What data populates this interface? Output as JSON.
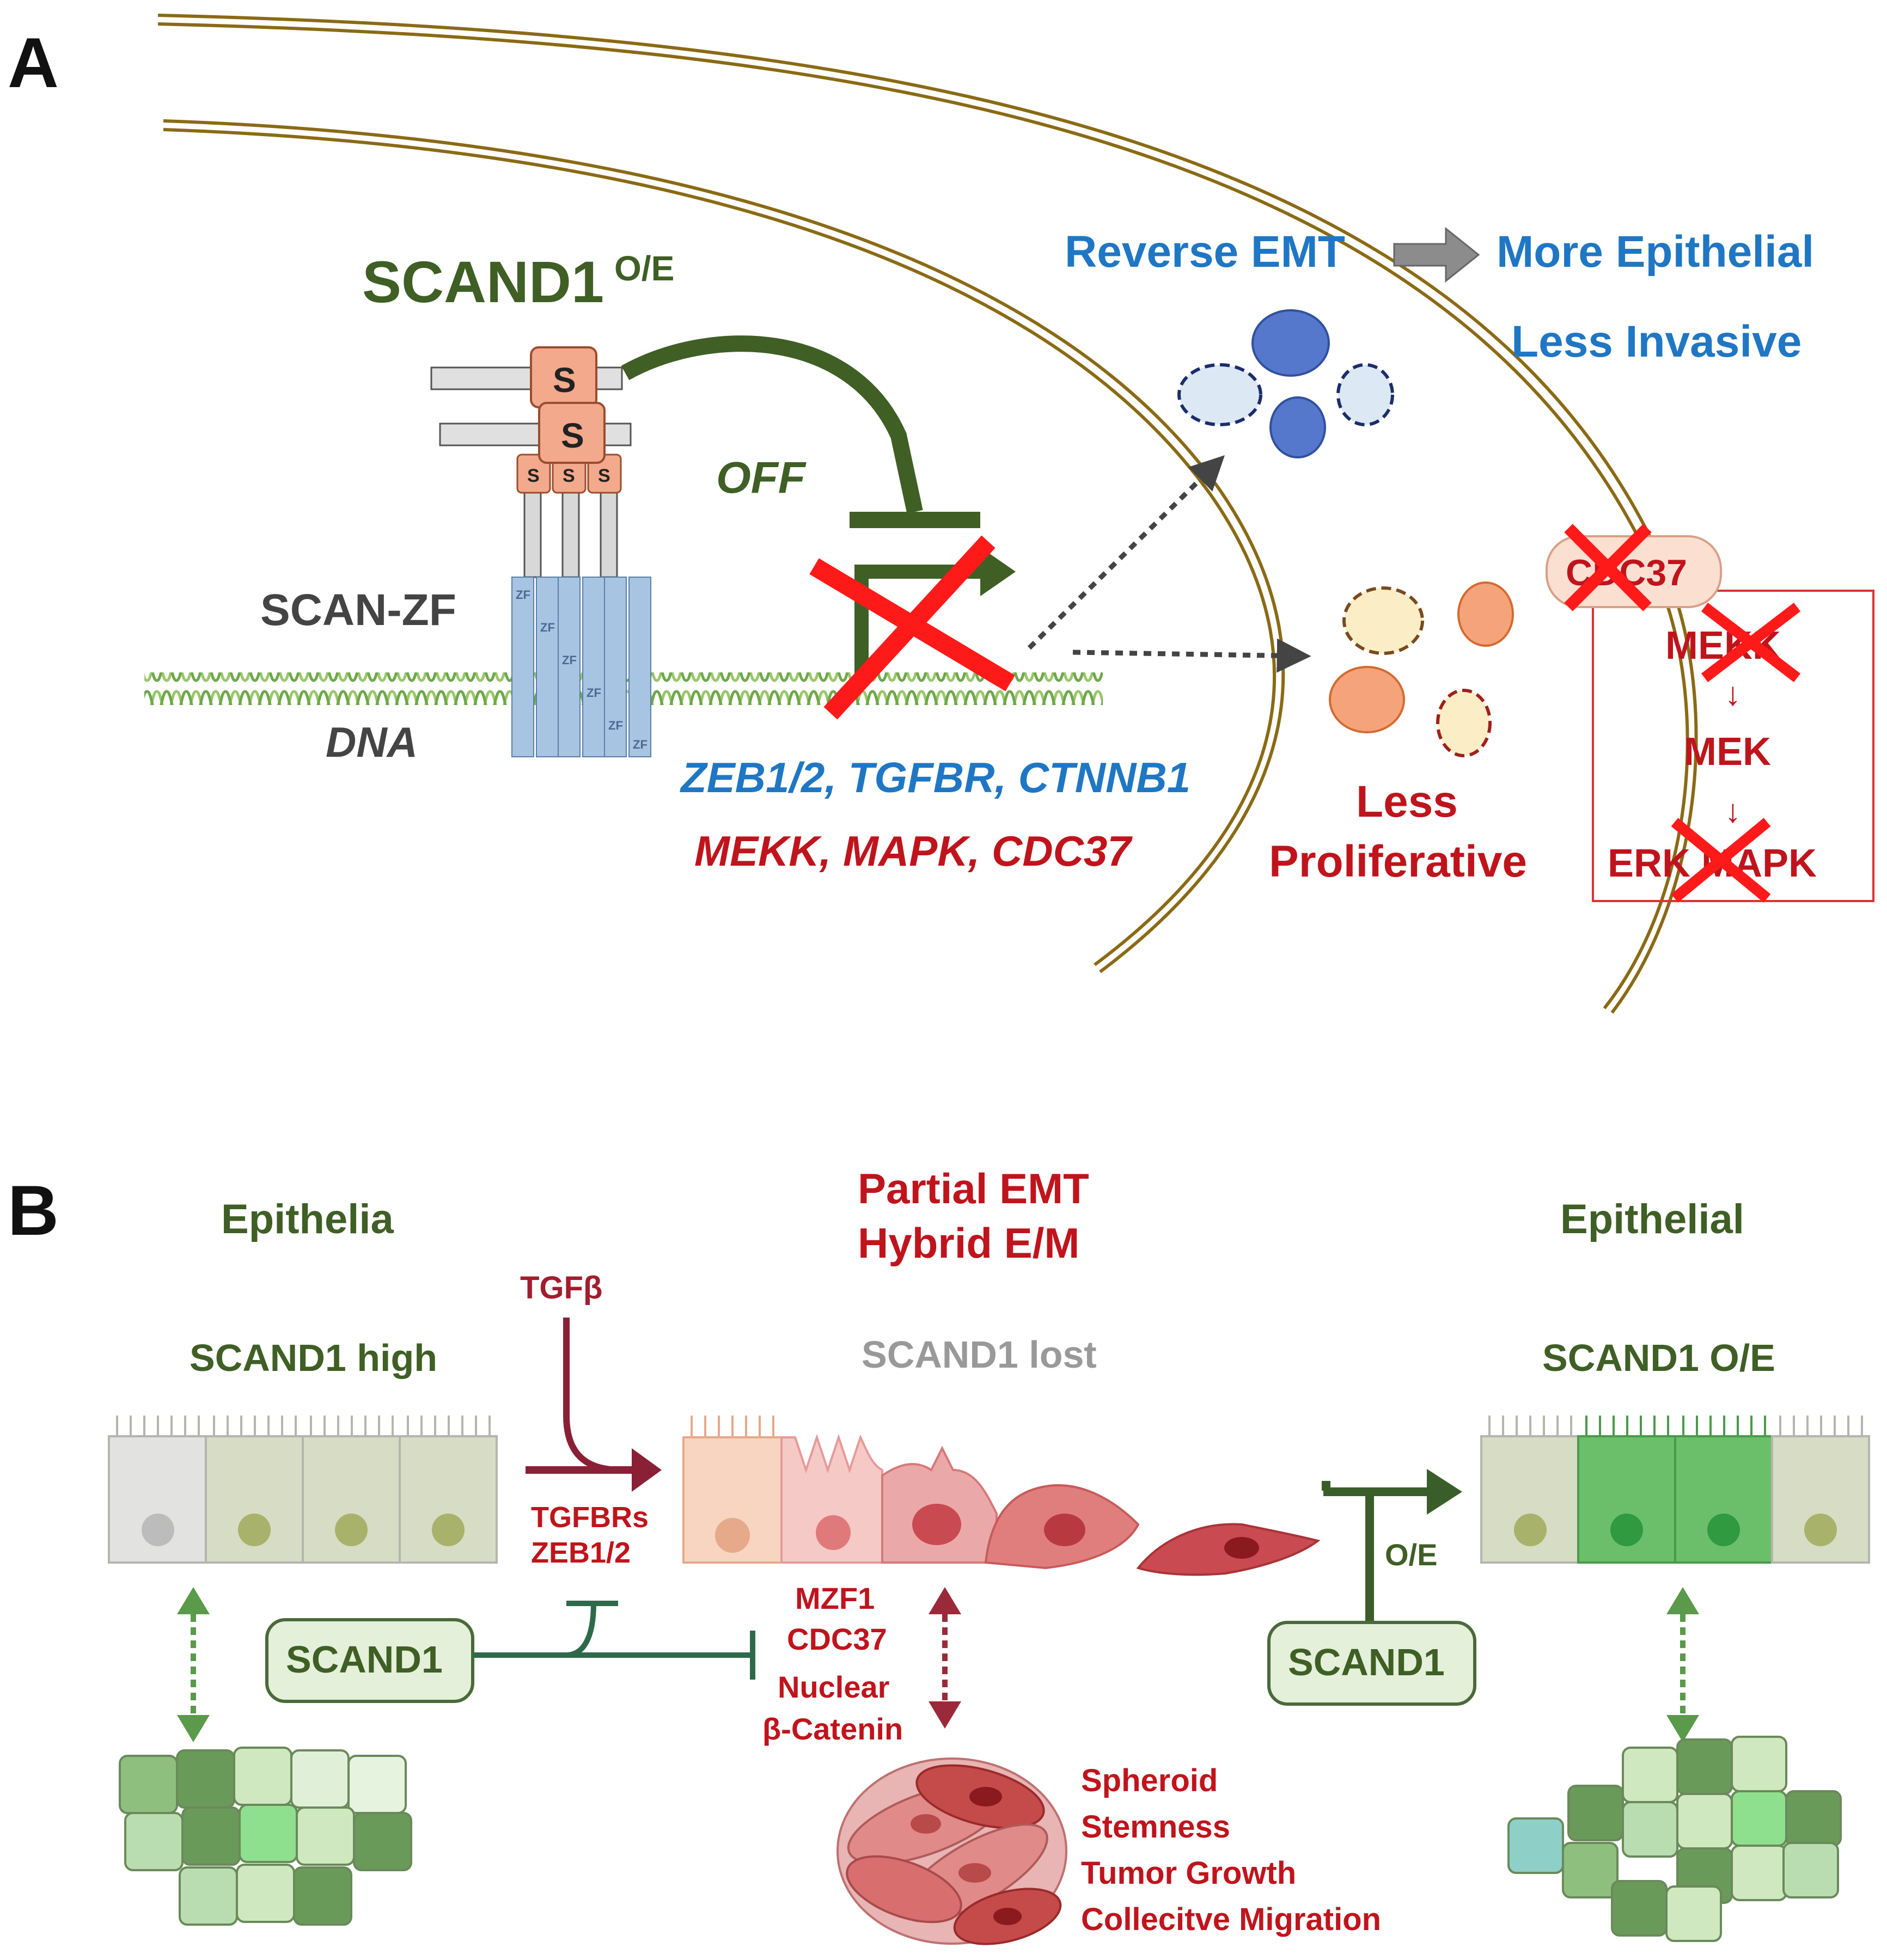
{
  "panel_a": {
    "label": "A",
    "scand1_title": "SCAND1",
    "scand1_superscript": "O/E",
    "s_box": "S",
    "s_small": "S",
    "zf_label": "ZF",
    "scan_zf_label": "SCAN-ZF",
    "dna_label": "DNA",
    "off_label": "OFF",
    "genes_blue": "ZEB1/2, TGFBR, CTNNB1",
    "genes_red": "MEKK, MAPK, CDC37",
    "reverse_emt": "Reverse EMT",
    "more_epithelial": "More Epithelial",
    "less_invasive": "Less Invasive",
    "less_proliferative_1": "Less",
    "less_proliferative_2": "Proliferative",
    "cdc37": "CDC37",
    "mekk": "MEKK",
    "mek": "MEK",
    "erk_mapk": "ERK MAPK",
    "down_arrow": "↓"
  },
  "panel_b": {
    "label": "B",
    "epithelia": "Epithelia",
    "scand1_high": "SCAND1 high",
    "partial_emt": "Partial EMT",
    "hybrid_em": "Hybrid E/M",
    "scand1_lost": "SCAND1 lost",
    "epithelial": "Epithelial",
    "scand1_oe": "SCAND1 O/E",
    "tgfb": "TGFβ",
    "tgfbrs": "TGFBRs",
    "zeb12": "ZEB1/2",
    "scand1_box_left": "SCAND1",
    "scand1_box_right": "SCAND1",
    "oe_label": "O/E",
    "mzf1": "MZF1",
    "cdc37": "CDC37",
    "nuclear": "Nuclear",
    "beta_catenin": "β-Catenin",
    "spheroid": "Spheroid",
    "stemness": "Stemness",
    "tumor_growth": "Tumor Growth",
    "collective_migration": "Collecitve Migration"
  },
  "colors": {
    "dark_green": "#3f5f25",
    "blue_text": "#1f77c4",
    "red_text": "#c0141c",
    "membrane": "#8a6a14",
    "grey_text": "#999999"
  }
}
